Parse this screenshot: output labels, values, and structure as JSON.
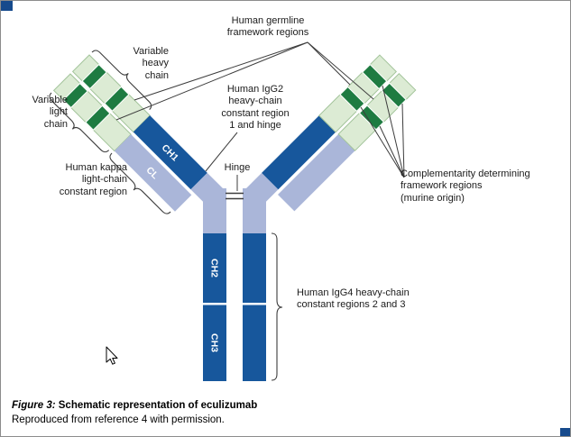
{
  "figure": {
    "caption_label": "Figure 3:",
    "caption_title": " Schematic representation of eculizumab",
    "caption_credit": "Reproduced from reference 4 with permission."
  },
  "labels": {
    "germline": "Human germline\nframework regions",
    "variable_heavy": "Variable\nheavy\nchain",
    "variable_light": "Variable\nlight\nchain",
    "kappa": "Human kappa\nlight-chain\nconstant region",
    "igg2": "Human IgG2\nheavy-chain\nconstant region\n1 and hinge",
    "hinge": "Hinge",
    "cdr": "Complementarity determining\nframework regions\n(murine origin)",
    "igg4": "Human IgG4 heavy-chain\nconstant regions 2 and 3"
  },
  "chain_labels": {
    "ch1": "CH1",
    "cl": "CL",
    "ch2": "CH2",
    "ch3": "CH3"
  },
  "colors": {
    "dark_blue": "#17579c",
    "lavender": "#aab6d9",
    "light_green": "#dcebd4",
    "light_green_border": "#a3c49b",
    "dark_green": "#1e7b41",
    "line": "#3d3d3d",
    "corner_square": "#164a8c",
    "divider_white": "#ffffff"
  }
}
